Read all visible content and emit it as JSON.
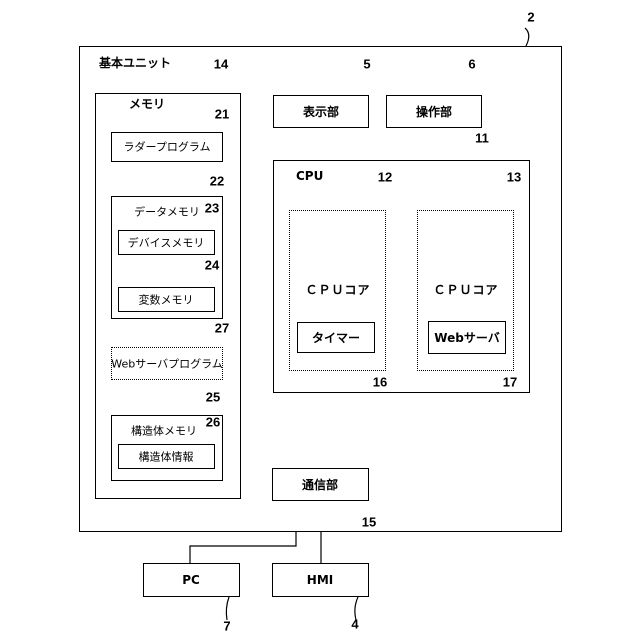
{
  "base_unit": {
    "label": "基本ユニット",
    "ref": "2"
  },
  "memory": {
    "label": "メモリ",
    "ref": "14",
    "ladder_program": {
      "label": "ラダープログラム",
      "ref": "21"
    },
    "data_memory": {
      "label": "データメモリ",
      "ref": "22",
      "device_memory": {
        "label": "デバイスメモリ",
        "ref": "23"
      },
      "variable_memory": {
        "label": "変数メモリ",
        "ref": "24"
      }
    },
    "web_server_program": {
      "label": "Webサーバプログラム",
      "ref": "27"
    },
    "struct_memory": {
      "label": "構造体メモリ",
      "ref": "25",
      "struct_info": {
        "label": "構造体情報",
        "ref": "26"
      }
    }
  },
  "display": {
    "label": "表示部",
    "ref": "5"
  },
  "operation": {
    "label": "操作部",
    "ref": "6"
  },
  "cpu": {
    "label": "CPU",
    "ref": "11",
    "core1": {
      "label": "ＣＰＵコア",
      "ref": "12",
      "timer": {
        "label": "タイマー",
        "ref": "16"
      }
    },
    "core2": {
      "label": "ＣＰＵコア",
      "ref": "13",
      "web_server": {
        "label": "Webサーバ",
        "ref": "17"
      }
    }
  },
  "comm": {
    "label": "通信部",
    "ref": "15"
  },
  "pc": {
    "label": "PC",
    "ref": "7"
  },
  "hmi": {
    "label": "HMI",
    "ref": "4"
  }
}
